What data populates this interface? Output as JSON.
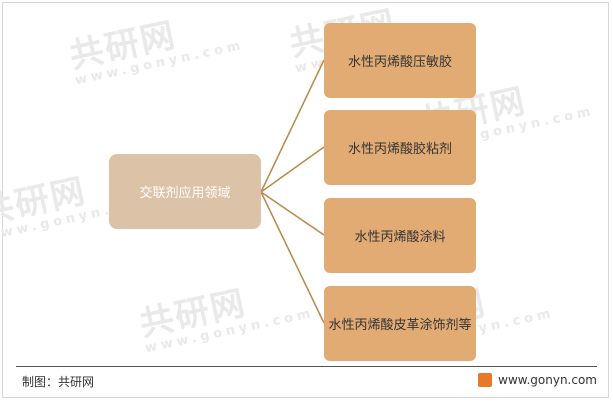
{
  "root": {
    "label": "交联剂应用领域"
  },
  "branches": [
    {
      "label": "水性丙烯酸压敏胶"
    },
    {
      "label": "水性丙烯酸胶粘剂"
    },
    {
      "label": "水性丙烯酸涂料"
    },
    {
      "label": "水性丙烯酸皮革涂饰剂等"
    }
  ],
  "footer": {
    "source": "制图：共研网",
    "website": "www.gonyn.com"
  },
  "watermark": {
    "brand": "共研网",
    "url": "www.gonyn.com"
  },
  "colors": {
    "root_fill": "#dcc2a6",
    "leaf_fill": "#e3ab74",
    "connector": "#b8894a"
  }
}
